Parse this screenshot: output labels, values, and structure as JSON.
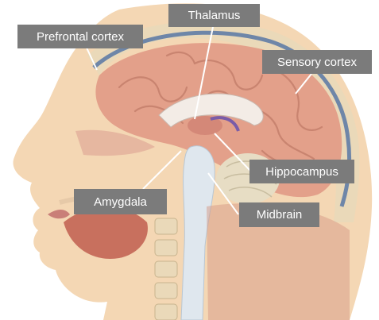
{
  "labels": {
    "thalamus": "Thalamus",
    "prefrontal_cortex": "Prefrontal cortex",
    "sensory_cortex": "Sensory cortex",
    "hippocampus": "Hippocampus",
    "amygdala": "Amygdala",
    "midbrain": "Midbrain"
  },
  "colors": {
    "label_background": "#7b7b7b",
    "label_text": "#ffffff",
    "leader_line": "#ffffff",
    "brain": "#e3a08a",
    "skin": "#f4d7b4",
    "bone": "#ead9b9",
    "meninges": "#6e86a8"
  }
}
